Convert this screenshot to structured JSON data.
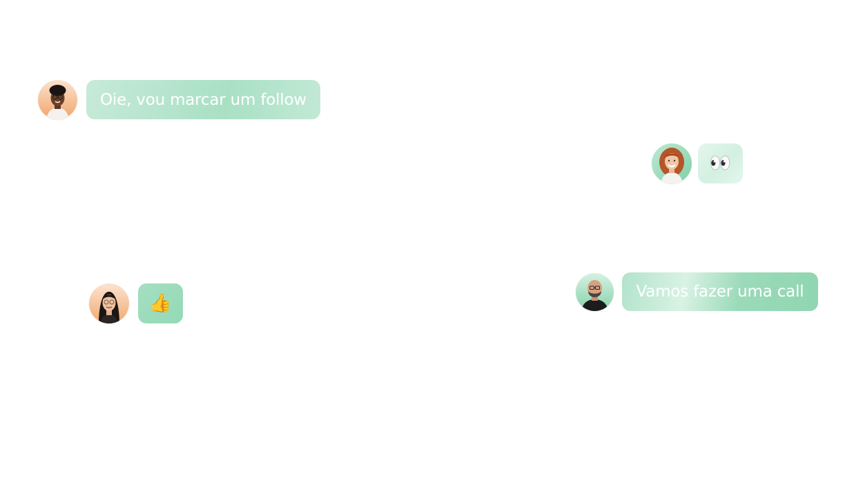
{
  "messages": [
    {
      "id": "m1",
      "text": "Oie, vou marcar um follow",
      "avatar_icon": "woman-glasses-avatar"
    },
    {
      "id": "m2",
      "text": "👀",
      "avatar_icon": "redhead-woman-avatar"
    },
    {
      "id": "m3",
      "text": "👍",
      "avatar_icon": "woman-dark-hair-glasses-avatar"
    },
    {
      "id": "m4",
      "text": "Vamos fazer uma call",
      "avatar_icon": "bald-man-beard-avatar"
    }
  ],
  "colors": {
    "bubble_green": "#a9e0c4",
    "bubble_light": "#e4f6ec",
    "bubble_text": "#ffffff"
  }
}
